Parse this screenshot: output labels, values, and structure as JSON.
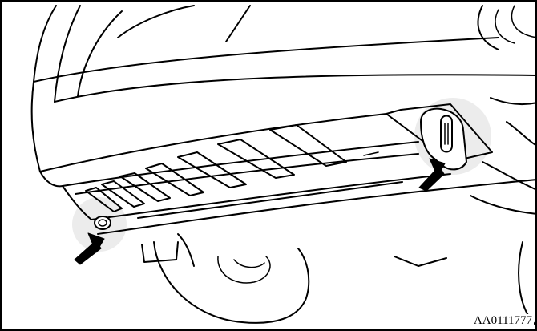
{
  "figure": {
    "code": "AA0111777",
    "callouts": [
      {
        "name": "front-tow-hook-highlight",
        "icon": "tow-hook-icon"
      },
      {
        "name": "rear-tow-hook-highlight",
        "icon": "tow-hook-icon"
      }
    ],
    "colors": {
      "line": "#000000",
      "background": "#ffffff",
      "highlight": "#ececec"
    }
  }
}
